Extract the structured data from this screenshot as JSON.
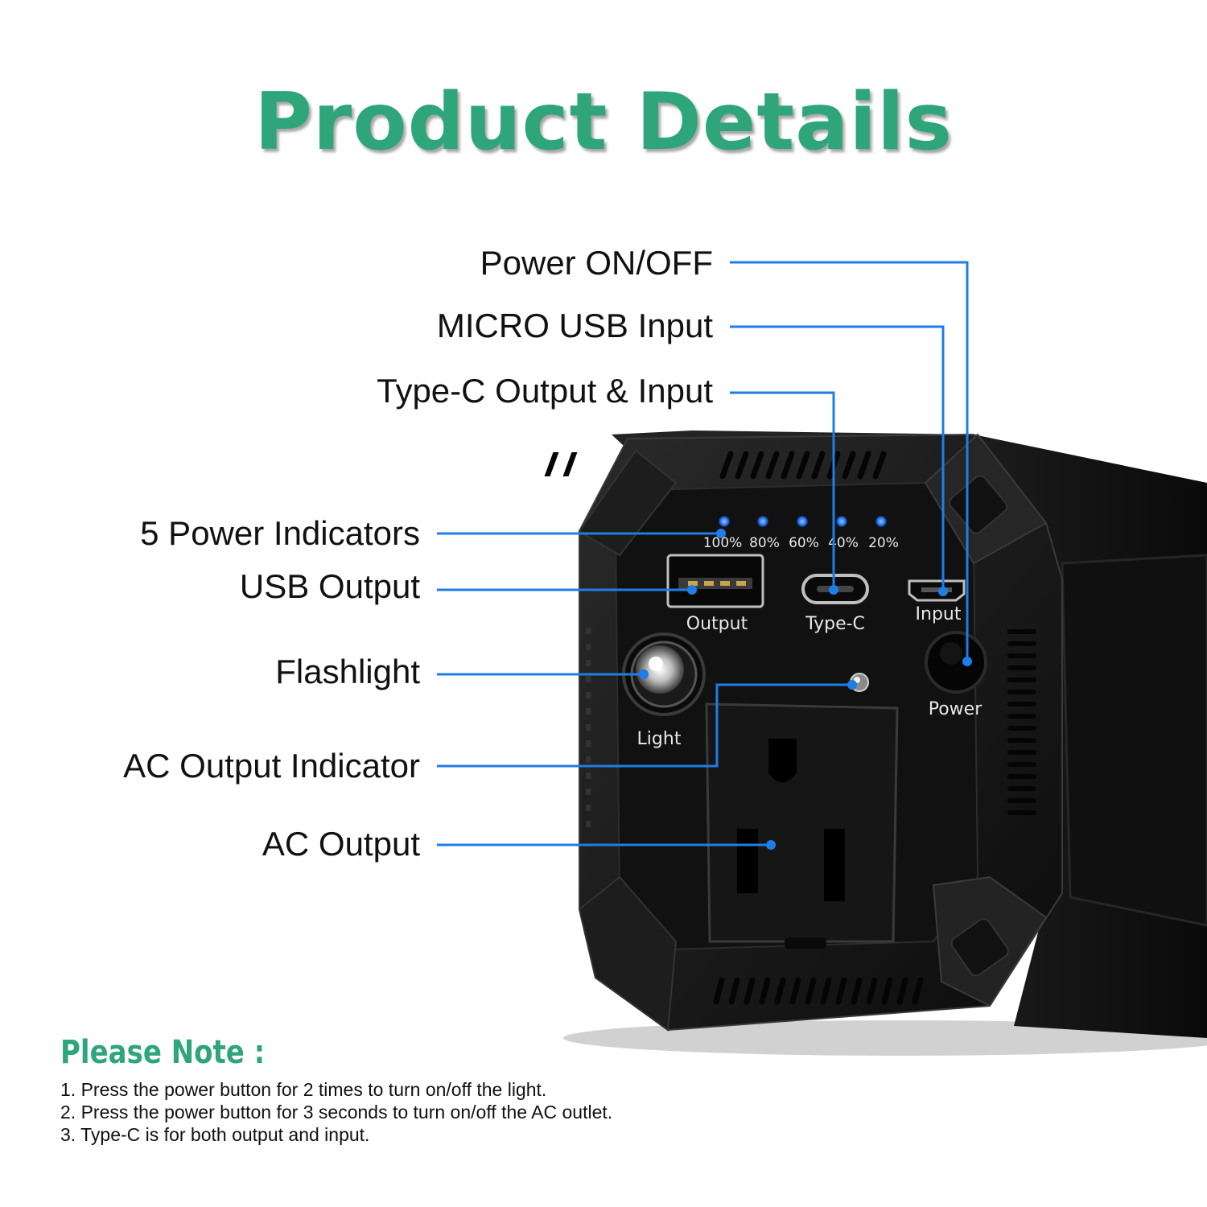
{
  "heading": {
    "text": "Product Details",
    "color": "#2ea57a"
  },
  "callouts": [
    {
      "label": "Power ON/OFF"
    },
    {
      "label": "MICRO USB Input"
    },
    {
      "label": "Type-C Output & Input"
    },
    {
      "label": "5 Power Indicators"
    },
    {
      "label": "USB Output"
    },
    {
      "label": "Flashlight"
    },
    {
      "label": "AC Output Indicator"
    },
    {
      "label": "AC Output"
    }
  ],
  "callout_line_color": "#1f7de8",
  "device": {
    "indicators": [
      "100%",
      "80%",
      "60%",
      "40%",
      "20%"
    ],
    "port_labels": {
      "usb": "Output",
      "typec": "Type-C",
      "micro": "Input",
      "power": "Power",
      "light": "Light"
    },
    "body_color": "#141414",
    "led_color": "#2f7bff"
  },
  "notes": {
    "title": "Please Note :",
    "title_color": "#2ea57a",
    "items": [
      "1. Press the power button for 2 times to turn on/off the light.",
      "2. Press the power button for 3 seconds to turn on/off the AC outlet.",
      "3. Type-C is for both output and input."
    ]
  }
}
